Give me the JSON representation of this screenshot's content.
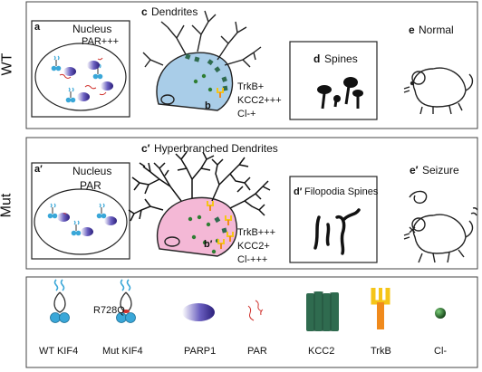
{
  "rows": {
    "wt": "WT",
    "mut": "Mut"
  },
  "wt_panel": {
    "a_label": "a",
    "a_title": "Nucleus",
    "a_subtitle": "PAR+++",
    "c_label": "c",
    "c_title": "Dendrites",
    "b_label": "b",
    "markers": [
      "TrkB+",
      "KCC2+++",
      "Cl-+"
    ],
    "d_label": "d",
    "d_title": "Spines",
    "e_label": "e",
    "e_title": "Normal"
  },
  "mut_panel": {
    "a_label": "a′",
    "a_title": "Nucleus",
    "a_subtitle": "PAR",
    "c_label": "c′",
    "c_title": "Hyperbranched Dendrites",
    "b_label": "b′",
    "markers": [
      "TrkB+++",
      "KCC2+",
      "Cl-+++"
    ],
    "d_label": "d′",
    "d_title": "Filopodia Spines",
    "e_label": "e′",
    "e_title": "Seizure"
  },
  "legend": {
    "mutation_label": "R728Q",
    "items": [
      "WT KIF4",
      "Mut KIF4",
      "PARP1",
      "PAR",
      "KCC2",
      "TrkB",
      "Cl-"
    ]
  },
  "colors": {
    "neuron_wt": "#a9cde8",
    "neuron_mut": "#f4b8d6",
    "kcc2": "#2f6b4f",
    "trkb_yellow": "#f5c518",
    "trkb_orange": "#f08a1c",
    "kif4_blue": "#3aa7d8",
    "parp1": "#3b2f8c",
    "par": "#d0322d",
    "cl": "#2e7d32"
  }
}
